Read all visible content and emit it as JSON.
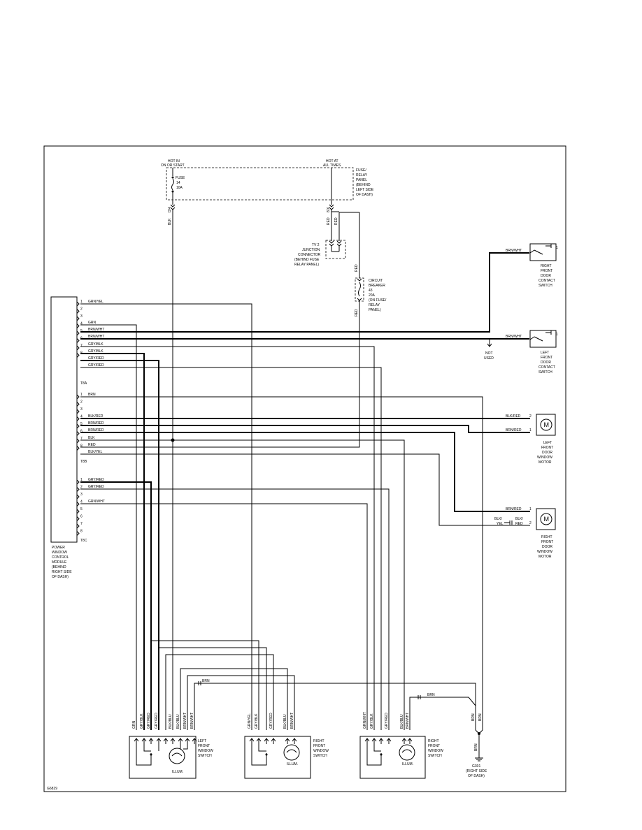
{
  "fuse_panel": {
    "hot_run_1": "HOT IN",
    "hot_run_2": "ON OR START",
    "hot_always_1": "HOT AT",
    "hot_always_2": "ALL TIMES",
    "fuse_1": "FUSE",
    "fuse_2": "14",
    "fuse_3": "10A",
    "label": [
      "FUSE/",
      "RELAY",
      "PANEL",
      "(BEHIND",
      "LEFT SIDE",
      "OF DASH)"
    ],
    "pin_left": "D/4",
    "pin_right": "8/X",
    "wire_left": "BLK",
    "wire_red_1": "RED",
    "wire_red_2": "RED"
  },
  "junction": {
    "label": [
      "TV 2",
      "JUNCTION",
      "CONNECTOR",
      "(BEHIND FUSE",
      "RELAY PANEL)"
    ]
  },
  "breaker": {
    "wire_top": "RED",
    "wire_bottom": "RED",
    "label": [
      "CIRCUIT",
      "BREAKER",
      "43",
      "20A",
      "(ON FUSE/",
      "RELAY",
      "PANEL)"
    ]
  },
  "module": {
    "label": [
      "POWER",
      "WINDOW",
      "CONTROL",
      "MODULE",
      "(BEHIND",
      "RIGHT SIDE",
      "OF DASH)"
    ],
    "connectors": [
      {
        "name": "T8A",
        "pins": [
          "1",
          "2",
          "3",
          "4",
          "5",
          "6",
          "7",
          "8"
        ],
        "wires": [
          "GRN/YEL",
          "",
          "",
          "GRN",
          "BRN/WHT",
          "BRN/WHT",
          "GRY/BLK",
          "GRY/BLK",
          "GRY/RED",
          "GRY/RED"
        ]
      },
      {
        "name": "T8B",
        "pins": [
          "1",
          "2",
          "3",
          "4",
          "5",
          "6",
          "7",
          "8"
        ],
        "wires": [
          "BRN",
          "BLK/RED",
          "BRN/RED",
          "BRN/RED",
          "BLK",
          "RED",
          "BLK/YEL"
        ]
      },
      {
        "name": "T8C",
        "pins": [
          "1",
          "2",
          "3",
          "4",
          "5",
          "6",
          "7",
          "8"
        ],
        "wires": [
          "GRY/RED",
          "GRY/RED",
          "GRN/WHT"
        ]
      }
    ]
  },
  "rf_door_contact": {
    "wire": "BRN/WHT",
    "pin": "1",
    "label": [
      "RIGHT",
      "FRONT",
      "DOOR",
      "CONTACT",
      "SWITCH"
    ]
  },
  "lf_door_contact": {
    "wire": "BRN/WHT",
    "pin": "1",
    "not_used_1": "NOT",
    "not_used_2": "USED",
    "label": [
      "LEFT",
      "FRONT",
      "DOOR",
      "CONTACT",
      "SWITCH"
    ]
  },
  "lf_motor": {
    "wire_1": "BLK/RED",
    "pin_1": "2",
    "wire_2": "BRN/RED",
    "pin_2": "1",
    "symbol": "M",
    "label": [
      "LEFT",
      "FRONT",
      "DOOR",
      "WINDOW",
      "MOTOR"
    ]
  },
  "rf_motor": {
    "wire_1": "BRN/RED",
    "pin_1": "1",
    "wire_2a": "BLK/",
    "wire_2b": "YEL",
    "wire_2c": "BLK/",
    "wire_2d": "RED",
    "pin_2": "2",
    "symbol": "M",
    "label": [
      "RIGHT",
      "FRONT",
      "DOOR",
      "WINDOW",
      "MOTOR"
    ]
  },
  "lf_switch": {
    "wires": [
      "GRN",
      "GRY/BLK",
      "GRY/RED",
      "GRY/RED",
      "BLK/BLU",
      "BLK/BLU",
      "BRN/WHT",
      "BRN/WHT"
    ],
    "brn": "BRN",
    "illum": "ILLUM.",
    "label": [
      "LEFT",
      "FRONT",
      "WINDOW",
      "SWITCH"
    ]
  },
  "rf_switch_1": {
    "wires": [
      "GRN/YEL",
      "GRY/BLK",
      "GRY/RED",
      "BLK/BLU",
      "BRN/WHT"
    ],
    "illum": "ILLUM.",
    "label": [
      "RIGHT",
      "FRONT",
      "WINDOW",
      "SWITCH"
    ]
  },
  "rf_switch_2": {
    "wires": [
      "GRN/WHT",
      "GRY/BLK",
      "GRY/RED",
      "BLK/BLU",
      "BRN/WHT"
    ],
    "brn": "BRN",
    "illum": "ILLUM.",
    "label": [
      "RIGHT",
      "FRONT",
      "WINDOW",
      "SWITCH"
    ]
  },
  "ground": {
    "wire_1": "BRN",
    "wire_2": "BRN",
    "wire_3": "BRN",
    "label": [
      "G301",
      "(RIGHT SIDE",
      "OF DASH)"
    ]
  },
  "figure_id": "G6829"
}
